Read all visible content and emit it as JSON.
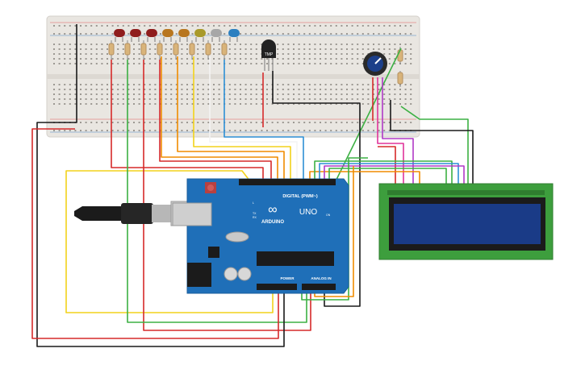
{
  "arduino": {
    "logo_symbol": "∞",
    "brand": "ARDUINO",
    "model": "UNO",
    "digital_header_label": "DIGITAL (PWM~)",
    "power_label": "POWER",
    "analog_label": "ANALOG IN",
    "led_labels": [
      "L",
      "TX",
      "RX"
    ],
    "on_label": "ON"
  },
  "components": {
    "thermistor_label": "TMP"
  },
  "colors": {
    "breadboard": "#e9e6e1",
    "arduino_board": "#1f6fb8",
    "lcd_board": "#3d9e3d",
    "lcd_screen": "#1a3b87",
    "wire_red": "#d62a2a",
    "wire_black": "#1a1a1a",
    "wire_green": "#3cb043",
    "wire_yellow": "#f2d21b",
    "wire_orange": "#f08c00",
    "wire_blue": "#2d8fd5",
    "wire_purple": "#b03ac7",
    "wire_magenta": "#e0349a",
    "wire_white": "#f4f4f4"
  }
}
